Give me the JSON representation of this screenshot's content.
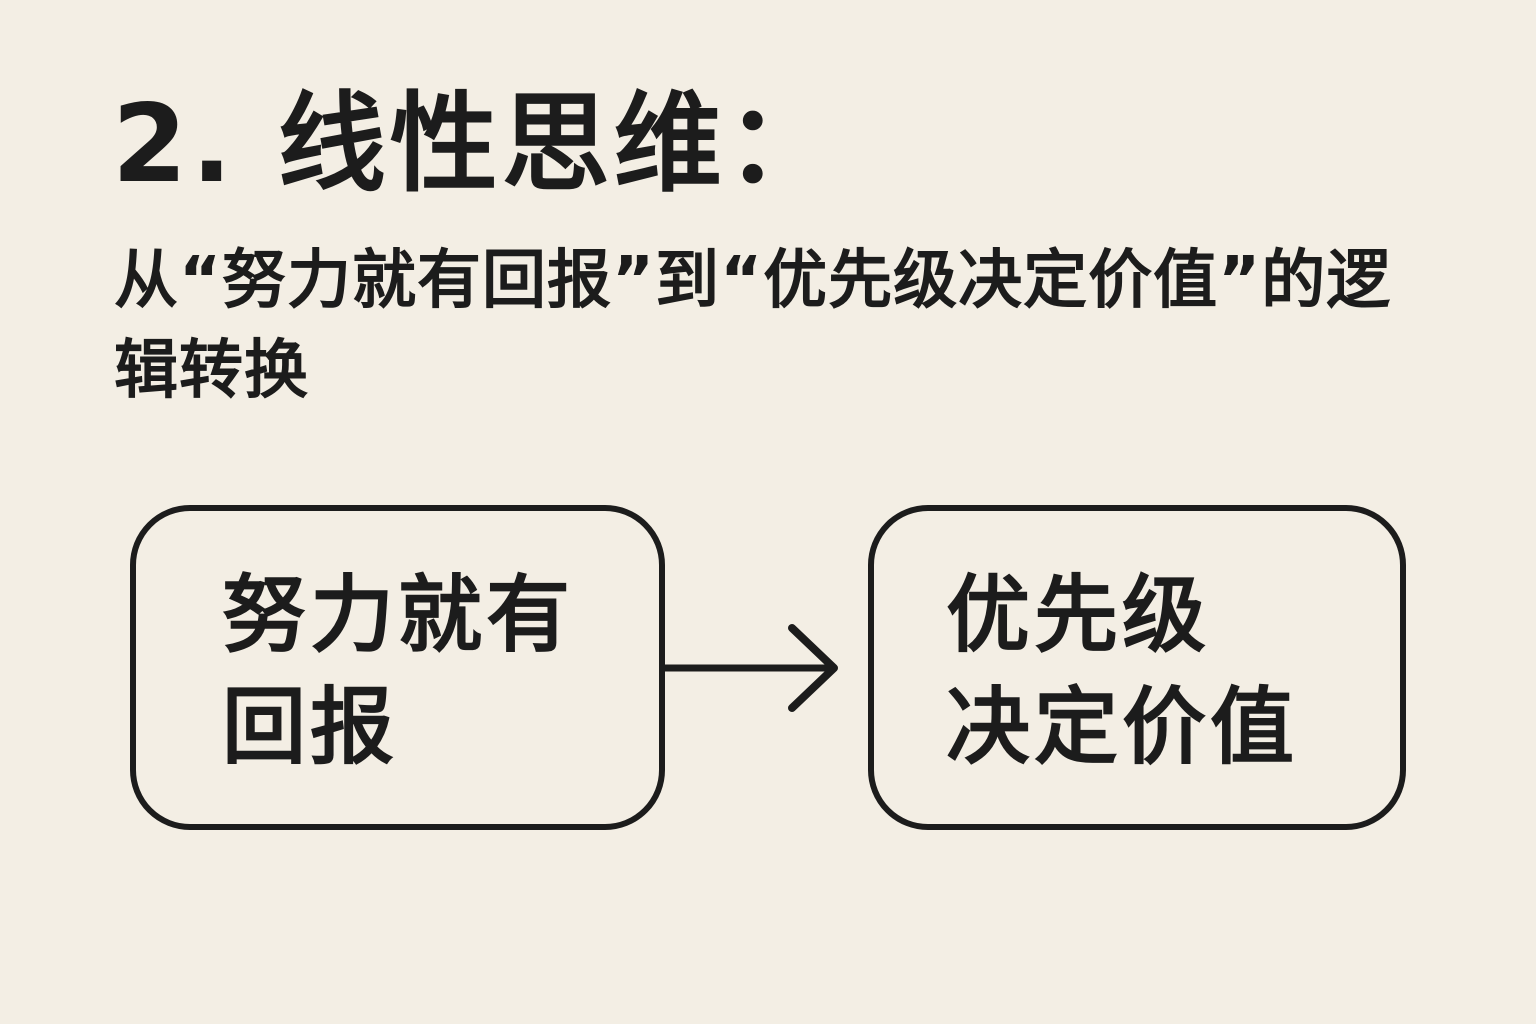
{
  "title": "2. 线性思维：",
  "subtitle": "从“努力就有回报”到“优先级决定价值”的逻辑转换",
  "diagram": {
    "from_box": {
      "line1": "努力就有",
      "line2": "回报"
    },
    "arrow_icon": "arrow-right-icon",
    "to_box": {
      "line1": "优先级",
      "line2": "决定价值"
    }
  },
  "colors": {
    "background": "#f3eee4",
    "ink": "#1c1c1c"
  }
}
